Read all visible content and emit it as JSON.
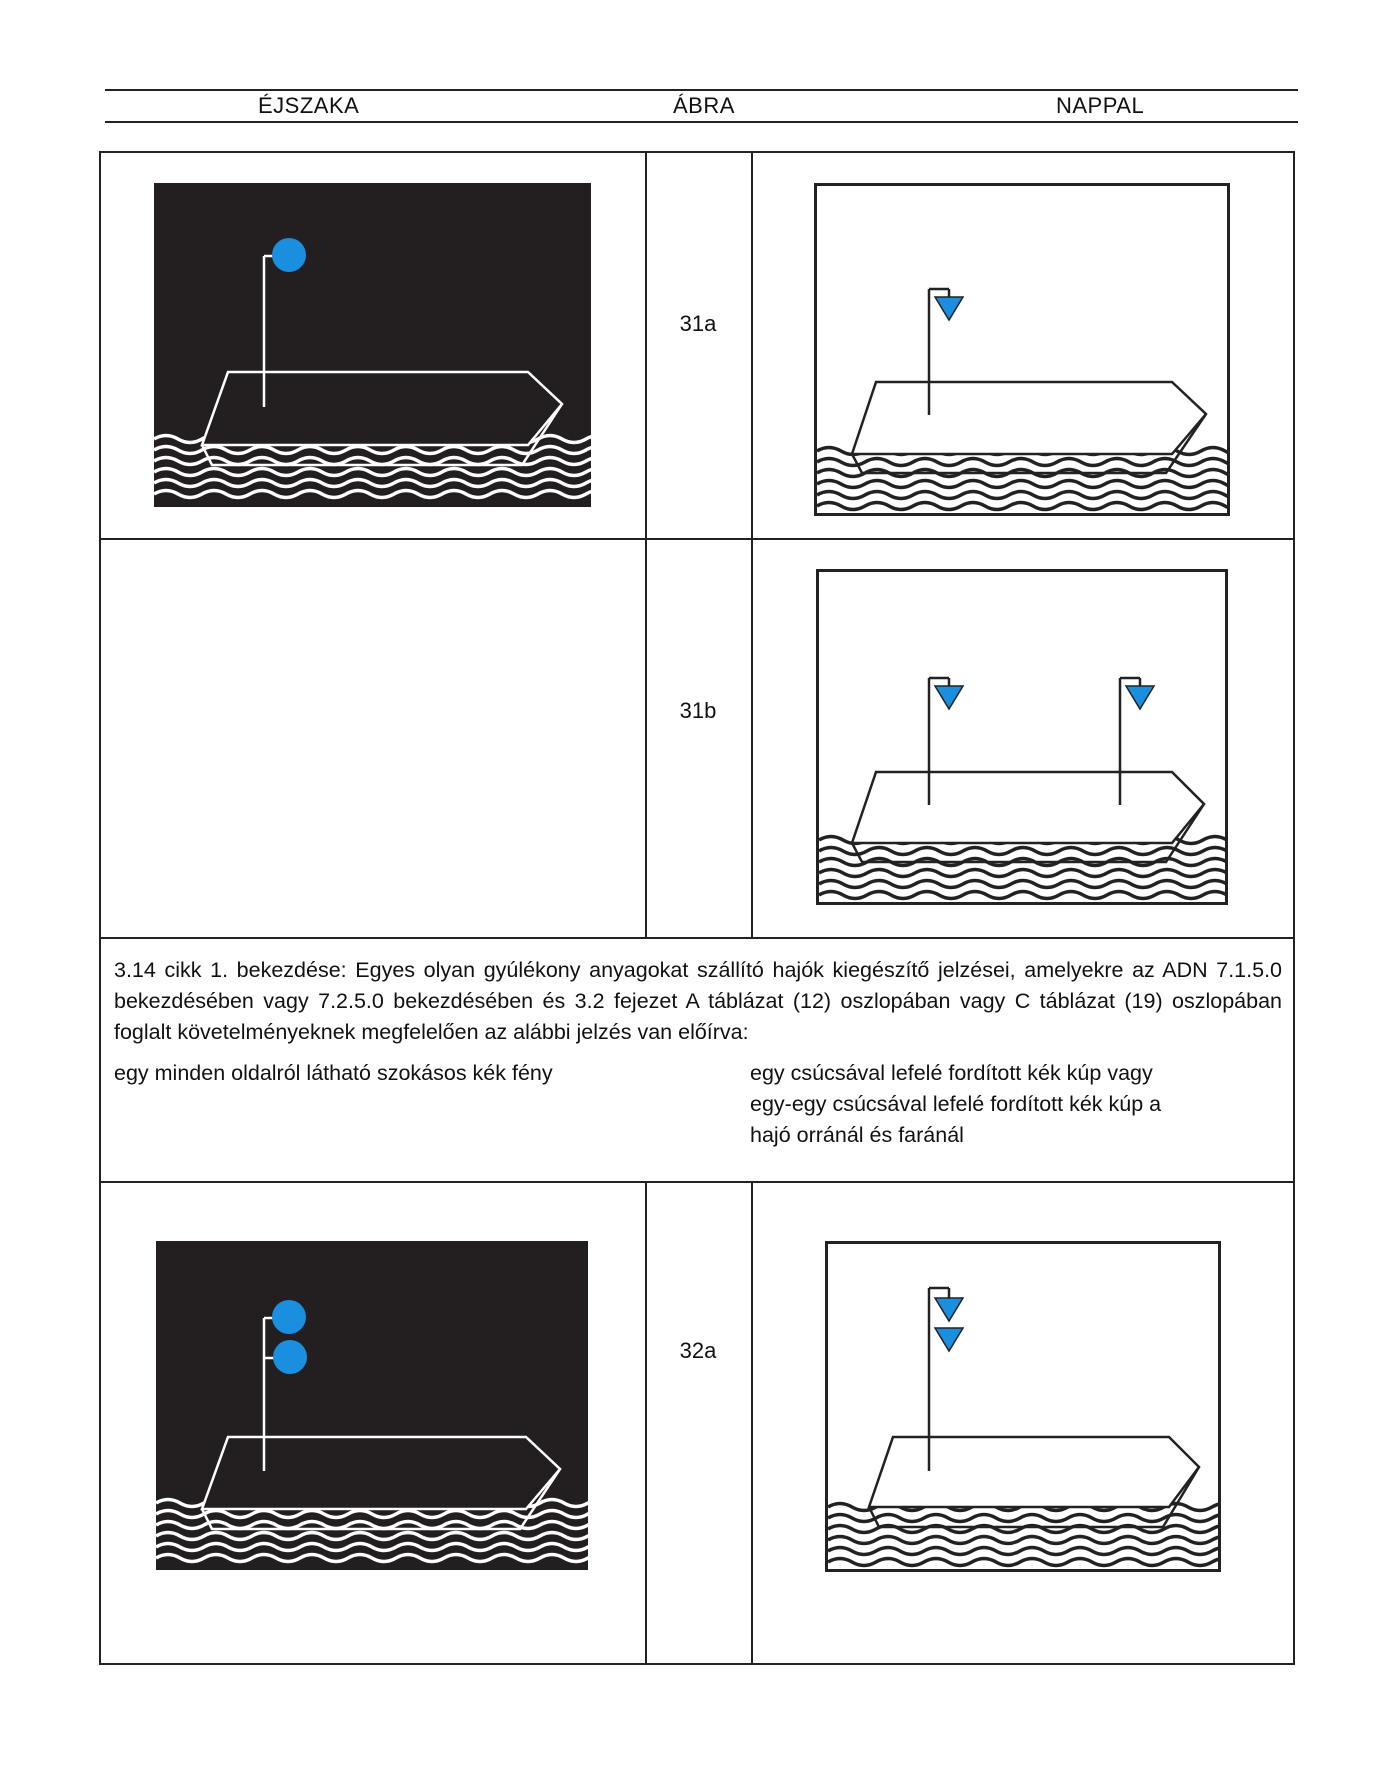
{
  "header": {
    "night": "ÉJSZAKA",
    "figure": "ÁBRA",
    "day": "NAPPAL"
  },
  "rows": [
    {
      "label": "31a"
    },
    {
      "label": "31b"
    },
    {
      "label": "32a"
    }
  ],
  "article": {
    "paragraph": "3.14 cikk 1. bekezdése: Egyes olyan gyúlékony anyagokat szállító hajók kiegészítő jelzései, amelyekre az ADN 7.1.5.0 bekezdésében vagy 7.2.5.0 bekezdésében és 3.2 fejezet A táblázat (12) oszlopában vagy C táblázat (19) oszlopában foglalt követelményeknek megfelelően az alábbi jelzés van előírva:",
    "night_description": "egy minden oldalról látható szokásos kék fény",
    "day_description_lines": [
      "egy csúcsával lefelé fordított kék kúp vagy",
      "egy-egy csúcsával lefelé fordított kék kúp a",
      "hajó orránál és faránál"
    ]
  },
  "colors": {
    "signal_blue": "#1a8fe0",
    "night_background": "#231f20",
    "line": "#222222"
  },
  "icons": [
    "blue-light-icon",
    "blue-cone-icon",
    "ship-icon",
    "waves-icon"
  ]
}
